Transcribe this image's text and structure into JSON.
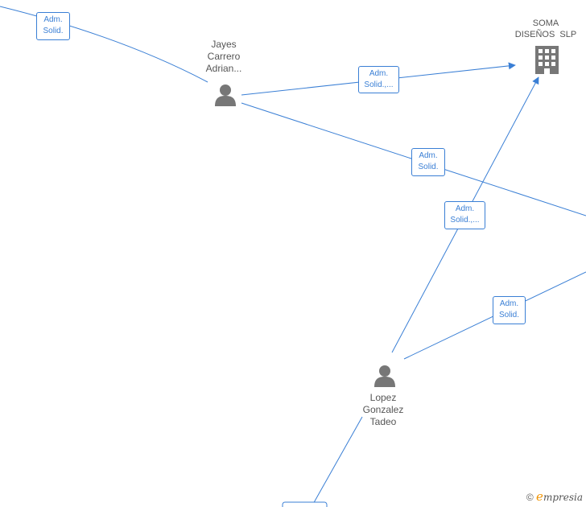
{
  "colors": {
    "edge": "#3a7fd5",
    "icon": "#777777",
    "text": "#555555"
  },
  "nodes": {
    "jayes": {
      "lines": [
        "Jayes",
        "Carrero",
        "Adrian..."
      ],
      "icon": "person-icon"
    },
    "lopez": {
      "lines": [
        "Lopez",
        "Gonzalez",
        "Tadeo"
      ],
      "icon": "person-icon"
    },
    "soma": {
      "lines": [
        "SOMA",
        "DISEÑOS  SLP"
      ],
      "icon": "building-icon"
    }
  },
  "edges": [
    {
      "id": "e1",
      "lines": [
        "Adm.",
        "Solid."
      ]
    },
    {
      "id": "e2",
      "lines": [
        "Adm.",
        "Solid.,..."
      ]
    },
    {
      "id": "e3",
      "lines": [
        "Adm.",
        "Solid."
      ]
    },
    {
      "id": "e4",
      "lines": [
        "Adm.",
        "Solid.,..."
      ]
    },
    {
      "id": "e5",
      "lines": [
        "Adm.",
        "Solid."
      ]
    }
  ],
  "watermark": {
    "copyright": "©",
    "brand_e": "e",
    "brand_rest": "mpresia"
  }
}
